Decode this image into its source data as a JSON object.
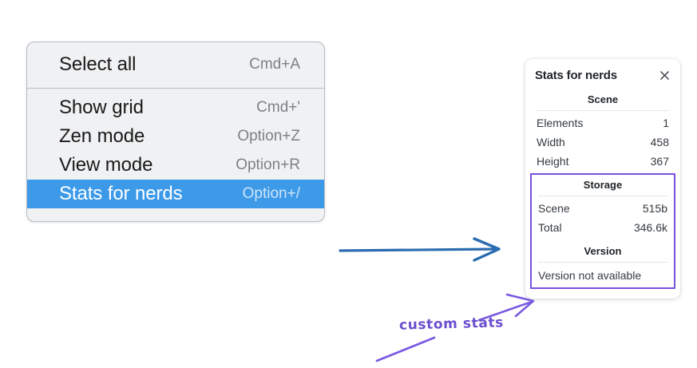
{
  "context_menu": {
    "groups": [
      {
        "items": [
          {
            "label": "Select all",
            "shortcut": "Cmd+A",
            "selected": false
          }
        ]
      },
      {
        "items": [
          {
            "label": "Show grid",
            "shortcut": "Cmd+'",
            "selected": false
          },
          {
            "label": "Zen mode",
            "shortcut": "Option+Z",
            "selected": false
          },
          {
            "label": "View mode",
            "shortcut": "Option+R",
            "selected": false
          },
          {
            "label": "Stats for nerds",
            "shortcut": "Option+/",
            "selected": true
          }
        ]
      }
    ],
    "colors": {
      "background": "#f0f1f3",
      "border": "#b7bcc4",
      "highlight": "#3d9ae8",
      "label": "#1a1a1a",
      "shortcut": "#7c8187"
    }
  },
  "stats_panel": {
    "title": "Stats for nerds",
    "close_icon": "close-icon",
    "sections": {
      "scene": {
        "heading": "Scene",
        "rows": [
          {
            "label": "Elements",
            "value": "1"
          },
          {
            "label": "Width",
            "value": "458"
          },
          {
            "label": "Height",
            "value": "367"
          }
        ]
      },
      "storage": {
        "heading": "Storage",
        "rows": [
          {
            "label": "Scene",
            "value": "515b"
          },
          {
            "label": "Total",
            "value": "346.6k"
          }
        ]
      },
      "version": {
        "heading": "Version",
        "text": "Version not available"
      }
    },
    "highlight_border_color": "#7950dd"
  },
  "annotations": {
    "handwritten_label": "custom stats",
    "blue_arrow_color": "#2b6cb0",
    "purple_arrow_color": "#7a5ae0"
  }
}
